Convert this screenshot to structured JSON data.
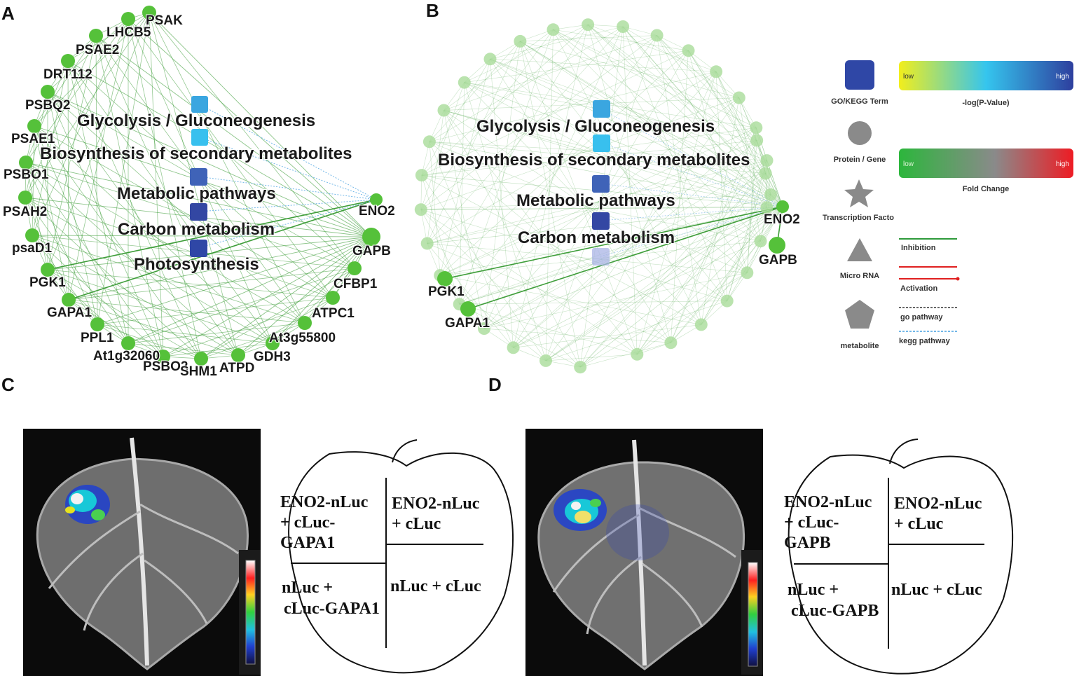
{
  "panels": {
    "a": {
      "letter": "A",
      "outer_nodes": [
        "PSAK",
        "LHCB5",
        "PSAE2",
        "DRT112",
        "PSBQ2",
        "PSAE1",
        "PSBO1",
        "PSAH2",
        "psaD1",
        "PGK1",
        "GAPA1",
        "PPL1",
        "At1g32060",
        "PSBO2",
        "SHM1",
        "ATPD",
        "GDH3",
        "At3g55800",
        "ATPC1",
        "CFBP1"
      ],
      "hub_nodes": [
        "ENO2",
        "GAPB"
      ],
      "terms": [
        {
          "label": "Glycolysis / Gluconeogenesis",
          "color": "#3aa6e0"
        },
        {
          "label": "Biosynthesis of secondary metabolites",
          "color": "#38c0ee"
        },
        {
          "label": "Metabolic pathways",
          "color": "#3f63b8"
        },
        {
          "label": "Carbon metabolism",
          "color": "#3347a3"
        },
        {
          "label": "Photosynthesis",
          "color": "#2f47a6"
        }
      ]
    },
    "b": {
      "letter": "B",
      "labeled_nodes": [
        "ENO2",
        "GAPB",
        "PGK1",
        "GAPA1"
      ],
      "terms": [
        {
          "label": "Glycolysis / Gluconeogenesis",
          "color": "#3aa6e0"
        },
        {
          "label": "Biosynthesis of secondary metabolites",
          "color": "#38c0ee"
        },
        {
          "label": "Metabolic pathways",
          "color": "#3f63b8"
        },
        {
          "label": "Carbon metabolism",
          "color": "#3347a3"
        },
        {
          "label": "",
          "color": "#aab4e6"
        }
      ]
    },
    "c": {
      "letter": "C",
      "quadrants": {
        "top_left": [
          "ENO2-nLuc",
          "+ cLuc-",
          "GAPA1"
        ],
        "top_right": [
          "ENO2-nLuc",
          "+ cLuc"
        ],
        "bottom_left": [
          "nLuc +",
          "cLuc-GAPA1"
        ],
        "bottom_right": [
          "nLuc +  cLuc"
        ]
      }
    },
    "d": {
      "letter": "D",
      "quadrants": {
        "top_left": [
          "ENO2-nLuc",
          "+ cLuc-",
          "GAPB"
        ],
        "top_right": [
          "ENO2-nLuc",
          "+ cLuc"
        ],
        "bottom_left": [
          "nLuc +",
          "cLuc-GAPB"
        ],
        "bottom_right": [
          "nLuc +  cLuc"
        ]
      }
    }
  },
  "legend": {
    "shapes": [
      {
        "label": "GO/KEGG Term",
        "icon": "rounded-square-icon",
        "color": "#2f47a6"
      },
      {
        "label": "Protein / Gene",
        "icon": "circle-icon",
        "color": "#8a8a8a"
      },
      {
        "label": "Transcription Facto",
        "icon": "star-icon",
        "color": "#8a8a8a"
      },
      {
        "label": "Micro RNA",
        "icon": "triangle-icon",
        "color": "#8a8a8a"
      },
      {
        "label": "metabolite",
        "icon": "pentagon-icon",
        "color": "#8a8a8a"
      }
    ],
    "gradients": [
      {
        "low": "low",
        "high": "high",
        "label": "-log(P-Value)",
        "colors": [
          "#f2ee1c",
          "#35c5ee",
          "#2e3f9e"
        ]
      },
      {
        "low": "low",
        "high": "high",
        "label": "Fold Change",
        "colors": [
          "#2cb63c",
          "#8a8a8a",
          "#ee1c24"
        ]
      }
    ],
    "lines": [
      {
        "label": "Inhibition",
        "color": "#2e9a3a",
        "style": "solid"
      },
      {
        "label": "Activation",
        "color": "#e02020",
        "style": "solid-arrow"
      },
      {
        "label": "go pathway",
        "color": "#666666",
        "style": "dashed"
      },
      {
        "label": "kegg pathway",
        "color": "#74b8e8",
        "style": "dashed"
      }
    ]
  },
  "colors": {
    "node_green": "#55c13a",
    "edge_green": "#3f9e3a",
    "faded_green": "#a9dc9a"
  }
}
